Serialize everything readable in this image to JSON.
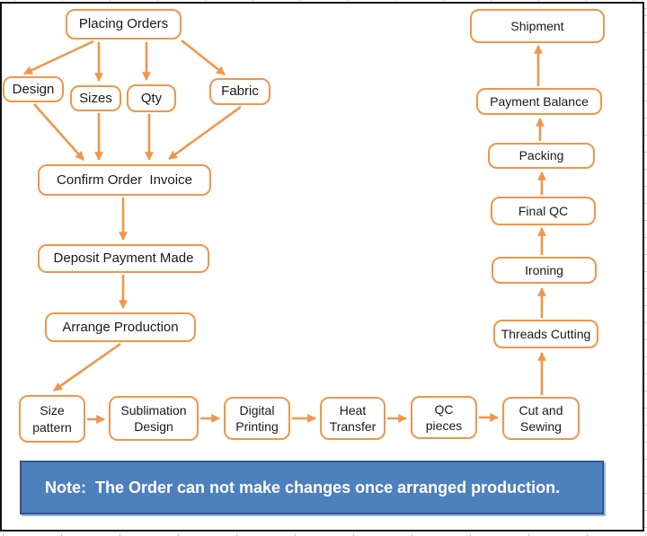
{
  "diagram": {
    "nodes": {
      "placing_orders": "Placing Orders",
      "design": "Design",
      "sizes": "Sizes",
      "qty": "Qty",
      "fabric": "Fabric",
      "confirm_order_invoice": "Confirm Order  Invoice",
      "deposit_payment_made": "Deposit Payment Made",
      "arrange_production": "Arrange Production",
      "size_pattern": "Size pattern",
      "sublimation_design": "Sublimation Design",
      "digital_printing": "Digital Printing",
      "heat_transfer": "Heat Transfer",
      "qc_pieces": "QC pieces",
      "cut_and_sewing": "Cut and Sewing",
      "threads_cutting": "Threads Cutting",
      "ironing": "Ironing",
      "final_qc": "Final QC",
      "packing": "Packing",
      "payment_balance": "Payment Balance",
      "shipment": "Shipment"
    },
    "note_text": "Note:  The Order can not make changes once arranged production.",
    "colors": {
      "box_border": "#F0964B",
      "arrow": "#F0964B",
      "note_fill": "#4E80BE",
      "note_border": "#2E578C",
      "note_text": "#FFFFFF",
      "frame_border": "#121212"
    }
  }
}
